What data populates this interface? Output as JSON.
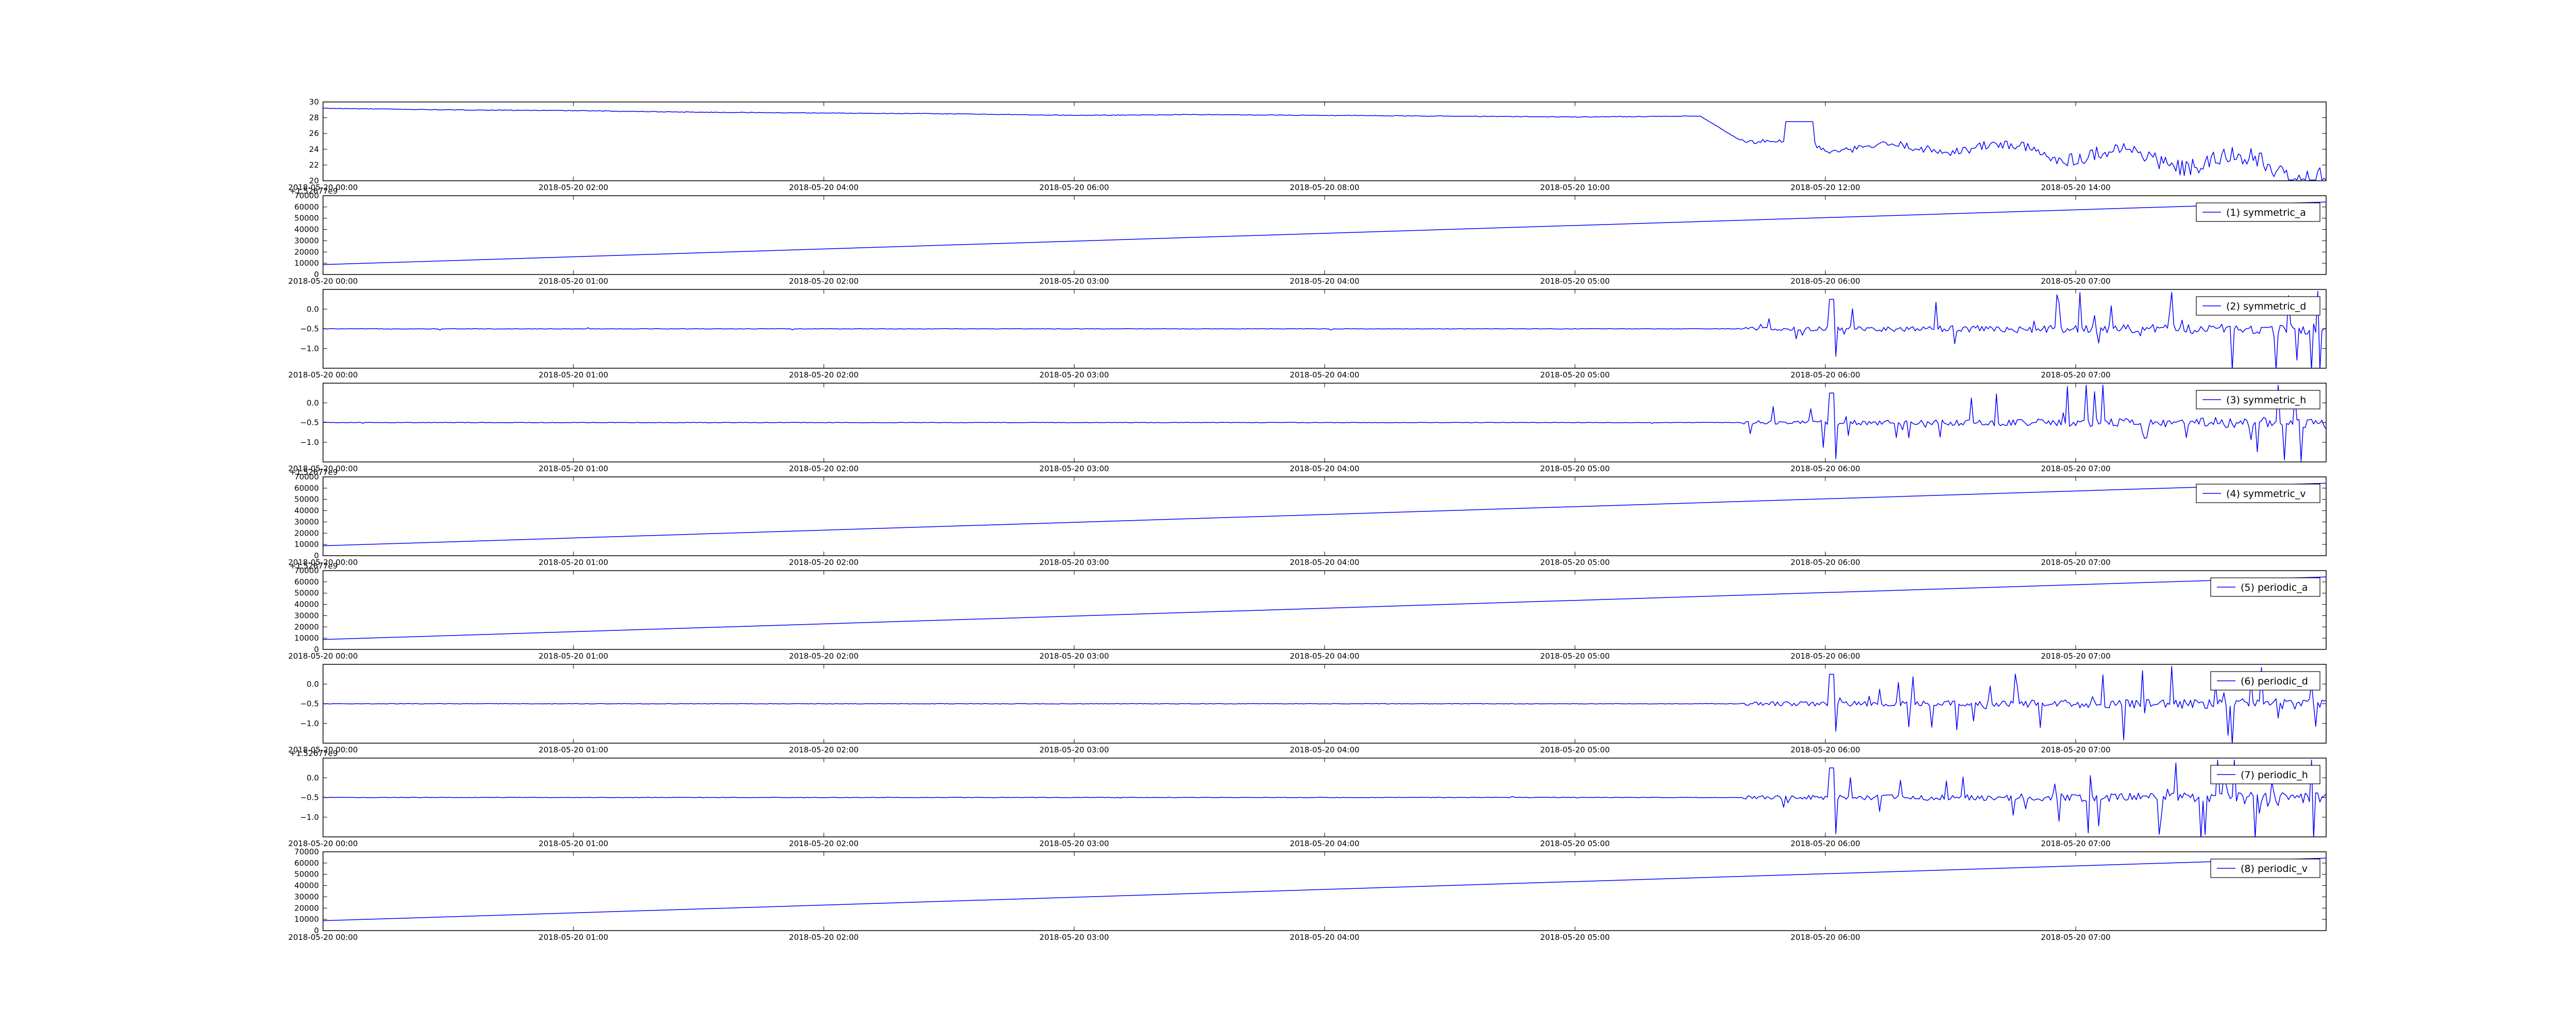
{
  "colors": {
    "series": "#0000ff",
    "axes": "#000000",
    "background": "#ffffff"
  },
  "chart_data": [
    {
      "type": "line",
      "ylim": [
        20,
        30
      ],
      "yticks": [
        "20",
        "22",
        "24",
        "26",
        "28",
        "30"
      ],
      "xticks": [
        "2018-05-20 00:00",
        "2018-05-20 02:00",
        "2018-05-20 04:00",
        "2018-05-20 06:00",
        "2018-05-20 08:00",
        "2018-05-20 10:00",
        "2018-05-20 12:00",
        "2018-05-20 14:00"
      ],
      "offset_text": "",
      "legend": "",
      "x": [
        "2018-05-20 00:00",
        "2018-05-20 01:00",
        "2018-05-20 02:00",
        "2018-05-20 03:00",
        "2018-05-20 04:00",
        "2018-05-20 05:00",
        "2018-05-20 06:00",
        "2018-05-20 07:00",
        "2018-05-20 08:00",
        "2018-05-20 09:00",
        "2018-05-20 10:00",
        "2018-05-20 11:00",
        "2018-05-20 11:20",
        "2018-05-20 11:40",
        "2018-05-20 12:00",
        "2018-05-20 13:00",
        "2018-05-20 14:00",
        "2018-05-20 15:00",
        "2018-05-20 16:00"
      ],
      "y": [
        29.2,
        29.0,
        28.9,
        28.7,
        28.6,
        28.5,
        28.3,
        28.4,
        28.3,
        28.2,
        28.1,
        28.2,
        25.0,
        27.5,
        24.0,
        24.3,
        23.5,
        22.5,
        21.0
      ],
      "grid": false
    },
    {
      "type": "line",
      "ylim": [
        0,
        70000
      ],
      "yticks": [
        "0",
        "10000",
        "20000",
        "30000",
        "40000",
        "50000",
        "60000",
        "70000"
      ],
      "xticks": [
        "2018-05-20 00:00",
        "2018-05-20 01:00",
        "2018-05-20 02:00",
        "2018-05-20 03:00",
        "2018-05-20 04:00",
        "2018-05-20 05:00",
        "2018-05-20 06:00",
        "2018-05-20 07:00"
      ],
      "offset_text": "+1.52677e9",
      "legend": "(1) symmetric_a",
      "x": [
        "2018-05-20 00:00",
        "2018-05-20 08:00"
      ],
      "y": [
        8800,
        64400
      ],
      "grid": false
    },
    {
      "type": "line",
      "ylim": [
        -1.5,
        0.5
      ],
      "yticks": [
        "−1.0",
        "−0.5",
        "0.0"
      ],
      "xticks": [
        "2018-05-20 00:00",
        "2018-05-20 01:00",
        "2018-05-20 02:00",
        "2018-05-20 03:00",
        "2018-05-20 04:00",
        "2018-05-20 05:00",
        "2018-05-20 06:00",
        "2018-05-20 07:00"
      ],
      "offset_text": "",
      "legend": "(2) symmetric_d",
      "baseline": -0.5,
      "noise_onset": "2018-05-20 05:40",
      "grid": false
    },
    {
      "type": "line",
      "ylim": [
        -1.5,
        0.5
      ],
      "yticks": [
        "−1.0",
        "−0.5",
        "0.0"
      ],
      "xticks": [
        "2018-05-20 00:00",
        "2018-05-20 01:00",
        "2018-05-20 02:00",
        "2018-05-20 03:00",
        "2018-05-20 04:00",
        "2018-05-20 05:00",
        "2018-05-20 06:00",
        "2018-05-20 07:00"
      ],
      "offset_text": "",
      "legend": "(3) symmetric_h",
      "baseline": -0.5,
      "noise_onset": "2018-05-20 05:40",
      "grid": false
    },
    {
      "type": "line",
      "ylim": [
        0,
        70000
      ],
      "yticks": [
        "0",
        "10000",
        "20000",
        "30000",
        "40000",
        "50000",
        "60000",
        "70000"
      ],
      "xticks": [
        "2018-05-20 00:00",
        "2018-05-20 01:00",
        "2018-05-20 02:00",
        "2018-05-20 03:00",
        "2018-05-20 04:00",
        "2018-05-20 05:00",
        "2018-05-20 06:00",
        "2018-05-20 07:00"
      ],
      "offset_text": "+1.52677e9",
      "legend": "(4) symmetric_v",
      "x": [
        "2018-05-20 00:00",
        "2018-05-20 08:00"
      ],
      "y": [
        8800,
        64400
      ],
      "grid": false
    },
    {
      "type": "line",
      "ylim": [
        0,
        70000
      ],
      "yticks": [
        "0",
        "10000",
        "20000",
        "30000",
        "40000",
        "50000",
        "60000",
        "70000"
      ],
      "xticks": [
        "2018-05-20 00:00",
        "2018-05-20 01:00",
        "2018-05-20 02:00",
        "2018-05-20 03:00",
        "2018-05-20 04:00",
        "2018-05-20 05:00",
        "2018-05-20 06:00",
        "2018-05-20 07:00"
      ],
      "offset_text": "+1.52677e9",
      "legend": "(5) periodic_a",
      "x": [
        "2018-05-20 00:00",
        "2018-05-20 08:00"
      ],
      "y": [
        8800,
        64400
      ],
      "grid": false
    },
    {
      "type": "line",
      "ylim": [
        -1.5,
        0.5
      ],
      "yticks": [
        "−1.0",
        "−0.5",
        "0.0"
      ],
      "xticks": [
        "2018-05-20 00:00",
        "2018-05-20 01:00",
        "2018-05-20 02:00",
        "2018-05-20 03:00",
        "2018-05-20 04:00",
        "2018-05-20 05:00",
        "2018-05-20 06:00",
        "2018-05-20 07:00"
      ],
      "offset_text": "",
      "legend": "(6) periodic_d",
      "baseline": -0.5,
      "noise_onset": "2018-05-20 05:40",
      "grid": false
    },
    {
      "type": "line",
      "ylim": [
        -1.5,
        0.5
      ],
      "yticks": [
        "−1.0",
        "−0.5",
        "0.0"
      ],
      "xticks": [
        "2018-05-20 00:00",
        "2018-05-20 01:00",
        "2018-05-20 02:00",
        "2018-05-20 03:00",
        "2018-05-20 04:00",
        "2018-05-20 05:00",
        "2018-05-20 06:00",
        "2018-05-20 07:00"
      ],
      "offset_text": "+1.52677e9",
      "legend": "(7) periodic_h",
      "baseline": -0.5,
      "noise_onset": "2018-05-20 05:40",
      "grid": false
    },
    {
      "type": "line",
      "ylim": [
        0,
        70000
      ],
      "yticks": [
        "0",
        "10000",
        "20000",
        "30000",
        "40000",
        "50000",
        "60000",
        "70000"
      ],
      "xticks": [
        "2018-05-20 00:00",
        "2018-05-20 01:00",
        "2018-05-20 02:00",
        "2018-05-20 03:00",
        "2018-05-20 04:00",
        "2018-05-20 05:00",
        "2018-05-20 06:00",
        "2018-05-20 07:00"
      ],
      "offset_text": "",
      "legend": "(8) periodic_v",
      "x": [
        "2018-05-20 00:00",
        "2018-05-20 08:00"
      ],
      "y": [
        8800,
        64400
      ],
      "grid": false
    }
  ]
}
